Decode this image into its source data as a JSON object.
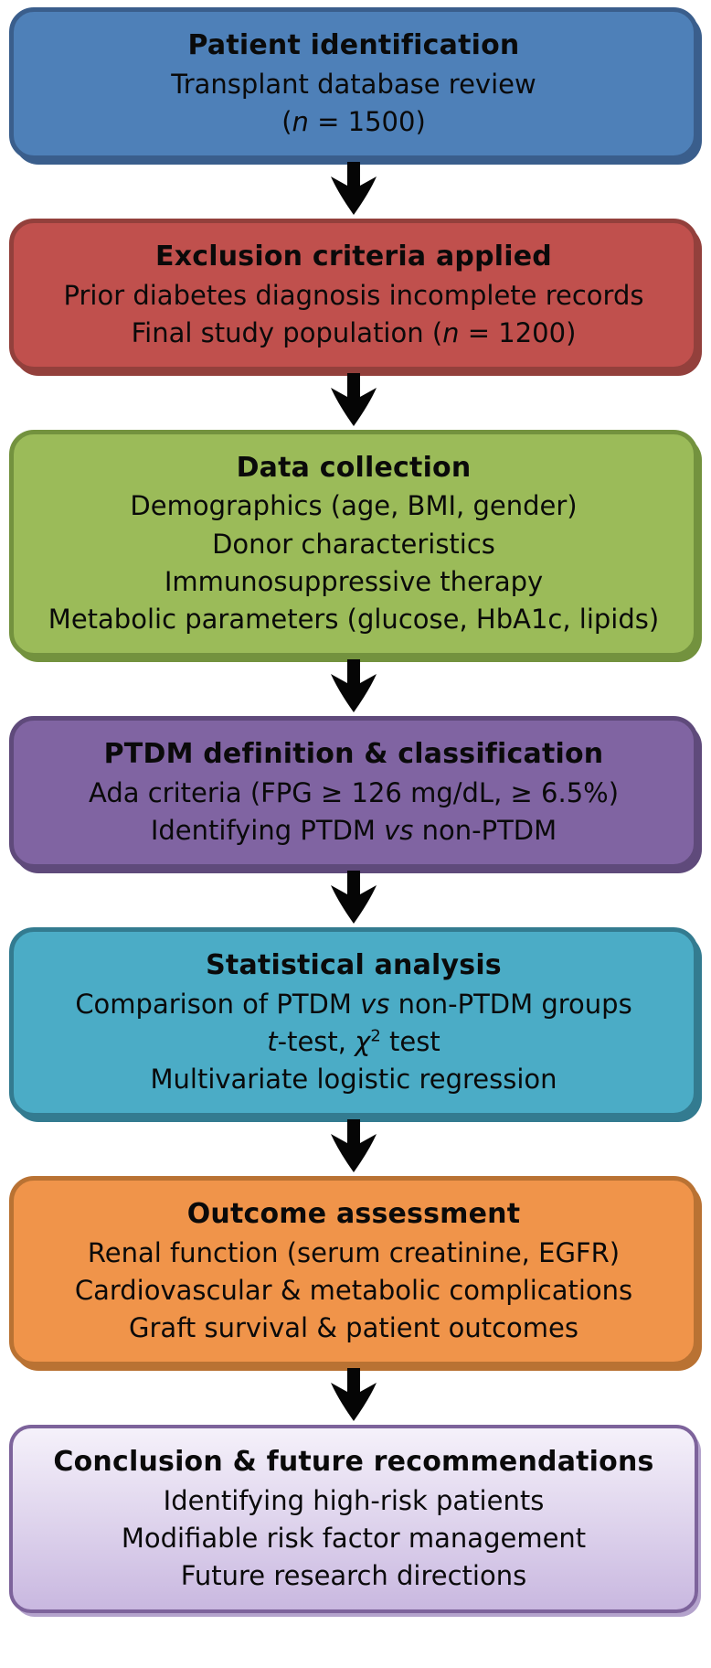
{
  "figure": {
    "type": "flowchart",
    "direction": "top-to-bottom",
    "arrow_icon": "down-block-arrow"
  },
  "colors": {
    "arrow": "#050505",
    "background": "#ffffff",
    "text": "#0a0a0a"
  },
  "boxes": [
    {
      "id": "patient-identification",
      "fill": "#4e80b8",
      "border": "#3a5e8c",
      "title": "Patient identification",
      "lines": [
        [
          {
            "t": "Transplant database review"
          }
        ],
        [
          {
            "t": "("
          },
          {
            "t": "n",
            "i": true
          },
          {
            "t": " = 1500)"
          }
        ]
      ]
    },
    {
      "id": "exclusion-criteria",
      "fill": "#c0504d",
      "border": "#93403c",
      "title": "Exclusion criteria applied",
      "lines": [
        [
          {
            "t": "Prior diabetes diagnosis incomplete records"
          }
        ],
        [
          {
            "t": "Final study population ("
          },
          {
            "t": "n",
            "i": true
          },
          {
            "t": " = 1200)"
          }
        ]
      ]
    },
    {
      "id": "data-collection",
      "fill": "#9bbb59",
      "border": "#73923e",
      "title": "Data collection",
      "lines": [
        [
          {
            "t": "Demographics (age, BMI, gender)"
          }
        ],
        [
          {
            "t": "Donor characteristics"
          }
        ],
        [
          {
            "t": "Immunosuppressive therapy"
          }
        ],
        [
          {
            "t": "Metabolic parameters (glucose, HbA1c, lipids)"
          }
        ]
      ]
    },
    {
      "id": "ptdm-definition-classification",
      "fill": "#8064a2",
      "border": "#5f4a7b",
      "title": "PTDM definition & classification",
      "lines": [
        [
          {
            "t": "Ada criteria (FPG ≥ 126 mg/dL, ≥ 6.5%)"
          }
        ],
        [
          {
            "t": "Identifying PTDM "
          },
          {
            "t": "vs",
            "i": true
          },
          {
            "t": " non-PTDM"
          }
        ]
      ]
    },
    {
      "id": "statistical-analysis",
      "fill": "#4bacc6",
      "border": "#337b90",
      "title": "Statistical analysis",
      "lines": [
        [
          {
            "t": "Comparison of PTDM "
          },
          {
            "t": "vs",
            "i": true
          },
          {
            "t": " non-PTDM groups"
          }
        ],
        [
          {
            "t": "t",
            "i": true
          },
          {
            "t": "-test, "
          },
          {
            "t": "χ",
            "i": true
          },
          {
            "t": "2",
            "sup": true
          },
          {
            "t": " test"
          }
        ],
        [
          {
            "t": "Multivariate logistic regression"
          }
        ]
      ]
    },
    {
      "id": "outcome-assessment",
      "fill": "#f0944a",
      "border": "#b97233",
      "title": "Outcome assessment",
      "lines": [
        [
          {
            "t": "Renal function (serum creatinine, EGFR)"
          }
        ],
        [
          {
            "t": "Cardiovascular & metabolic complications"
          }
        ],
        [
          {
            "t": "Graft survival & patient outcomes"
          }
        ]
      ]
    },
    {
      "id": "conclusion-future-recommendations",
      "fill": "#f5f1fa",
      "fill2": "#c9b8e0",
      "border": "#7d639b",
      "shadow": "#b4a3cc",
      "thin": true,
      "title": "Conclusion & future recommendations",
      "lines": [
        [
          {
            "t": "Identifying high-risk patients"
          }
        ],
        [
          {
            "t": "Modifiable risk factor management"
          }
        ],
        [
          {
            "t": "Future research directions"
          }
        ]
      ]
    }
  ]
}
